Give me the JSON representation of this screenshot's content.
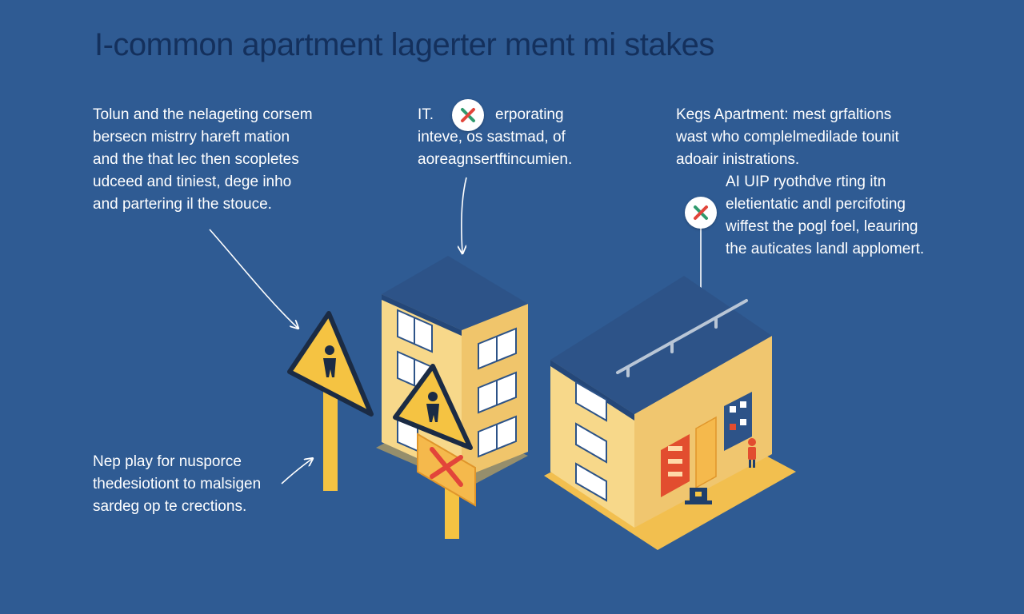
{
  "title": "I-common apartment lagerter ment mi stakes",
  "notes": {
    "top_left": {
      "lines": [
        "Tolun and the nelageting corsem",
        "bersecn mistrry hareft mation",
        "and the that lec then scopletes",
        "udceed and tiniest, dege inho",
        "and partering il the stouce."
      ]
    },
    "top_middle": {
      "prefix": "IT.",
      "suffix": "erporating",
      "lines": [
        "inteve, os sastmad, of",
        "aoreagnsertftincumien."
      ]
    },
    "top_right": {
      "lines": [
        "Kegs Apartment: mest grfaltions",
        "wast who complelmedilade tounit",
        "adoair inistrations."
      ]
    },
    "middle_right": {
      "lines": [
        "AI UIP ryothdve rting itn",
        "eletientatic andl percifoting",
        "wiffest the pogl foel, leauring",
        "the auticates landl applomert."
      ]
    },
    "bottom_left": {
      "lines": [
        "Nep play for nusporce",
        "thedesiotiont to malsigen",
        "sardeg op te crections."
      ]
    }
  },
  "icons": {
    "mistake_badge": "x-mark-icon",
    "warning_sign": "warning-person-icon",
    "cross_sign": "cross-sign-icon"
  },
  "colors": {
    "background": "#2f5b93",
    "title": "#14305c",
    "note_text": "#ffffff",
    "sign_yellow": "#f5c342",
    "building_wall": "#f7d88a",
    "roof": "#2d5388",
    "mark_red": "#e2453a",
    "mark_green": "#2f9a6d"
  }
}
